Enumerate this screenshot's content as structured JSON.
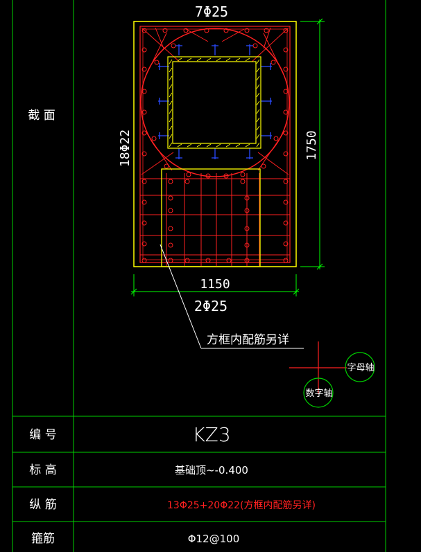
{
  "section": {
    "label": "截 面",
    "top_bars": "7Φ25",
    "side_bars": "18Φ22",
    "height_dim": "1750",
    "width_dim": "1150",
    "inner_bars": "2Φ25",
    "note": "方框内配筋另详"
  },
  "axis_markers": {
    "letter_axis": "字母轴",
    "number_axis": "数字轴"
  },
  "table": {
    "rows": [
      {
        "label": "编 号",
        "value": "KZ3"
      },
      {
        "label": "标 高",
        "value": "基础顶~-0.400"
      },
      {
        "label": "纵 筋",
        "value": "13Φ25+20Φ22(方框内配筋另详)"
      },
      {
        "label": "箍筋",
        "value": "Φ12@100"
      }
    ]
  },
  "colors": {
    "grid": "#00d000",
    "outline": "#ffff00",
    "rebar": "#ff2020",
    "tie": "#2a4bff",
    "dim": "#00ff00",
    "text": "#ffffff"
  }
}
